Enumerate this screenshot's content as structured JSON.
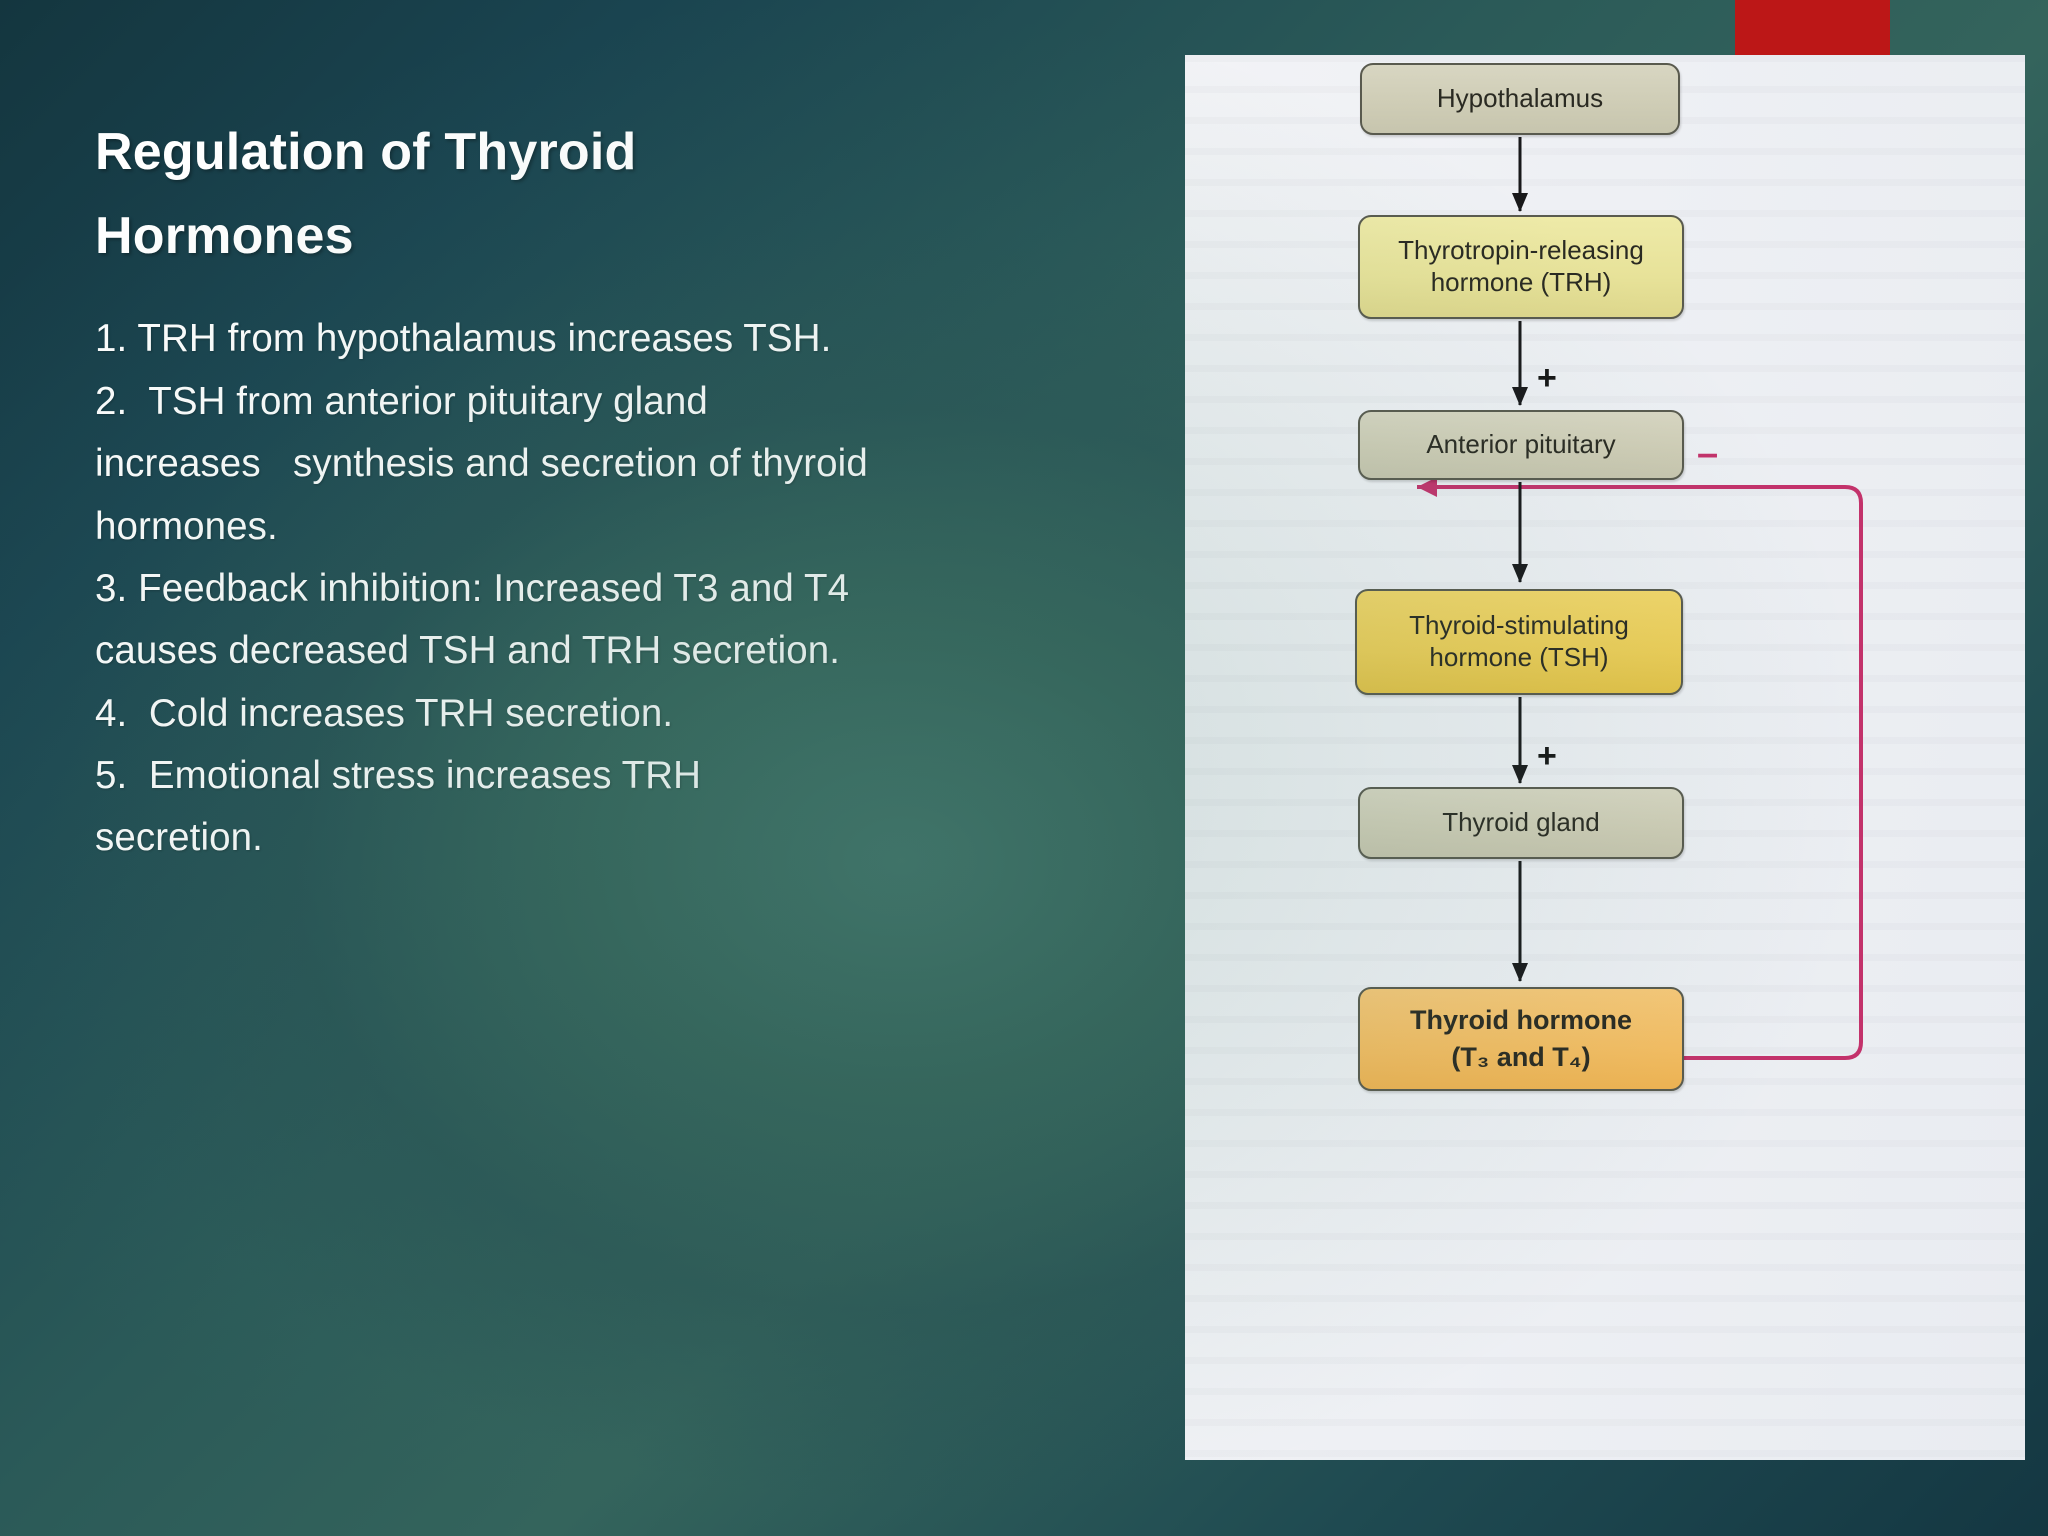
{
  "slide": {
    "title": "Regulation of Thyroid\nHormones",
    "body_lines": [
      "1. TRH from hypothalamus increases TSH.",
      "2.  TSH from anterior pituitary gland",
      "increases   synthesis and secretion of thyroid",
      "hormones.",
      "3. Feedback inhibition: Increased T3 and T4",
      "causes decreased TSH and TRH secretion.",
      "4.  Cold increases TRH secretion.",
      "5.  Emotional stress increases TRH",
      "secretion."
    ]
  },
  "colors": {
    "background_dark": "#1a4450",
    "background_mid": "#34645c",
    "accent_red": "#bc1717",
    "panel_bg": "#eef0f4",
    "node_beige": "#cfcdb6",
    "node_pale_yellow": "#e7e299",
    "node_gold": "#eccd57",
    "node_orange": "#f4bd62",
    "feedback_pink": "#c3326b",
    "arrow_black": "#18181a"
  },
  "diagram": {
    "title": "Thyroid hormone regulation flowchart",
    "nodes": [
      {
        "id": "hypothalamus",
        "label": "Hypothalamus",
        "style": "beige"
      },
      {
        "id": "trh",
        "label": "Thyrotropin-releasing\nhormone (TRH)",
        "style": "pale-yellow"
      },
      {
        "id": "pituitary",
        "label": "Anterior pituitary",
        "style": "beige"
      },
      {
        "id": "tsh",
        "label": "Thyroid-stimulating\nhormone (TSH)",
        "style": "gold"
      },
      {
        "id": "thyroid-gland",
        "label": "Thyroid gland",
        "style": "beige"
      },
      {
        "id": "thyroid-hormone",
        "label": "Thyroid hormone",
        "style": "orange"
      }
    ],
    "thyroid_hormone_sub": "(T₃ and T₄)",
    "signs": {
      "plus": "+",
      "minus": "–"
    },
    "edges": [
      {
        "from": "hypothalamus",
        "to": "trh",
        "sign": ""
      },
      {
        "from": "trh",
        "to": "pituitary",
        "sign": "+"
      },
      {
        "from": "pituitary",
        "to": "tsh",
        "sign": ""
      },
      {
        "from": "tsh",
        "to": "thyroid-gland",
        "sign": "+"
      },
      {
        "from": "thyroid-gland",
        "to": "thyroid-hormone",
        "sign": ""
      },
      {
        "from": "thyroid-hormone",
        "to": "pituitary",
        "sign": "–",
        "kind": "negative-feedback"
      }
    ]
  }
}
